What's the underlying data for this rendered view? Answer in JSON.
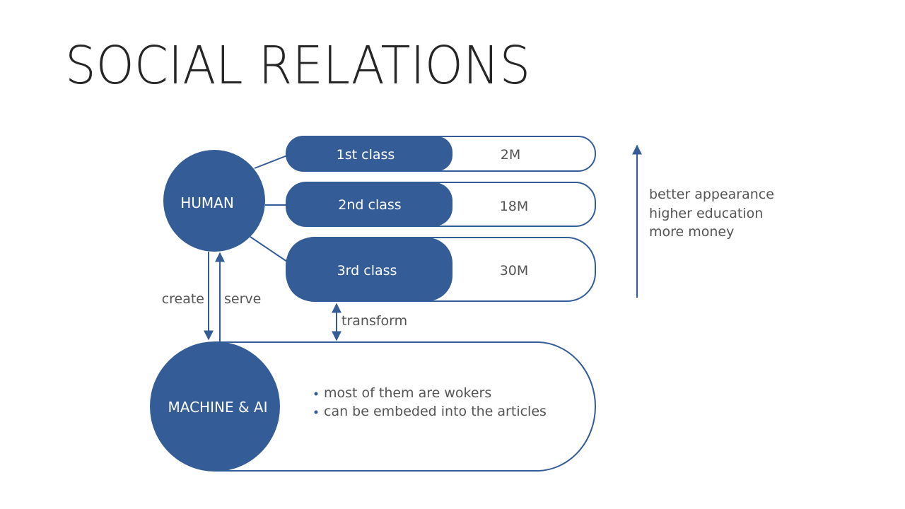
{
  "title": "SOCIAL RELATIONS",
  "colors": {
    "primary": "#345C96",
    "text": "#555555",
    "title": "#262626"
  },
  "human": {
    "label": "HUMAN"
  },
  "machine": {
    "label": "MACHINE & AI",
    "bullets": [
      "most of them are wokers",
      "can be embeded into the articles"
    ]
  },
  "classes": [
    {
      "label": "1st class",
      "count": "2M"
    },
    {
      "label": "2nd class",
      "count": "18M"
    },
    {
      "label": "3rd class",
      "count": "30M"
    }
  ],
  "relations": {
    "create": "create",
    "serve": "serve",
    "transform": "transform"
  },
  "trend": {
    "lines": [
      "better appearance",
      "higher education",
      "more money"
    ]
  }
}
